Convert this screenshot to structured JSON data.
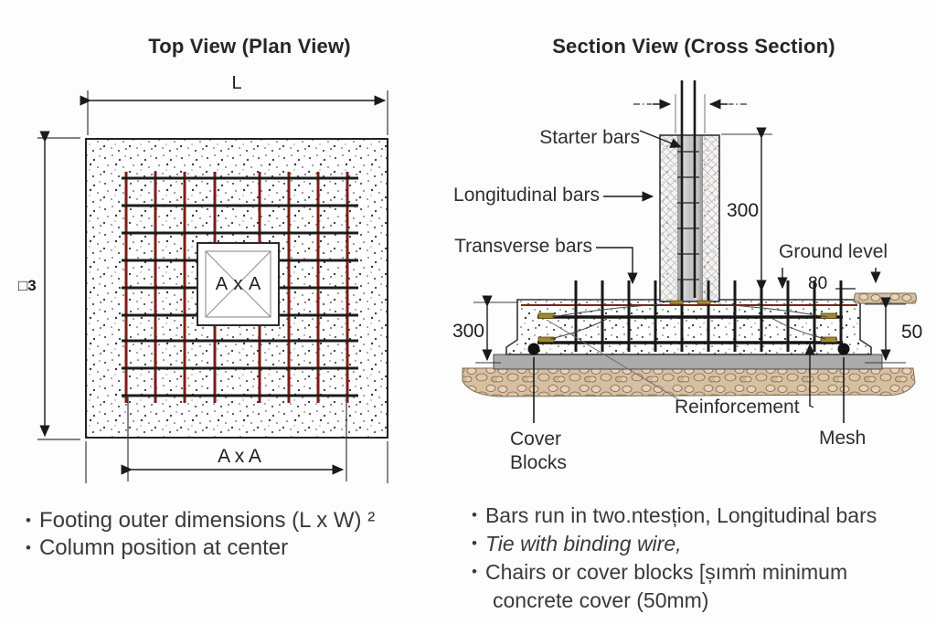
{
  "ui": {
    "bullet": "•"
  },
  "left_panel": {
    "title": "Top View (Plan View)",
    "dim_length": "L",
    "dim_width": "□3",
    "column_label": "A x A",
    "dim_column": "A x A",
    "notes": [
      "Footing outer dimensions (L x W) ²",
      "Column position at center"
    ]
  },
  "right_panel": {
    "title": "Section View (Cross Section)",
    "labels": {
      "starter_bars": "Starter bars",
      "longitudinal_bars": "Longitudinal bars",
      "transverse_bars": "Transverse bars",
      "ground_level": "Ground level",
      "reinforcement": "Reinforcement",
      "cover_line1": "Cover",
      "cover_line2": "Blocks",
      "mesh": "Mesh"
    },
    "dims": {
      "column_height": "300",
      "footing_depth": "300",
      "edge_offset": "80",
      "cover_depth": "50"
    },
    "notes": [
      "Bars run in two.ntesțion, Longitudinal bars",
      "Tie with binding wire,",
      "Chairs or cover blocks [șımṁ minimum",
      "concrete cover (50mm)"
    ]
  },
  "colors": {
    "rebar_red": "#7d1d15",
    "steel_black": "#181818",
    "concrete_dot": "#2b2b2b",
    "soil_tan": "#d8bfa2",
    "blinding_gray": "#ababab",
    "hook_olive": "#a08a2e"
  }
}
